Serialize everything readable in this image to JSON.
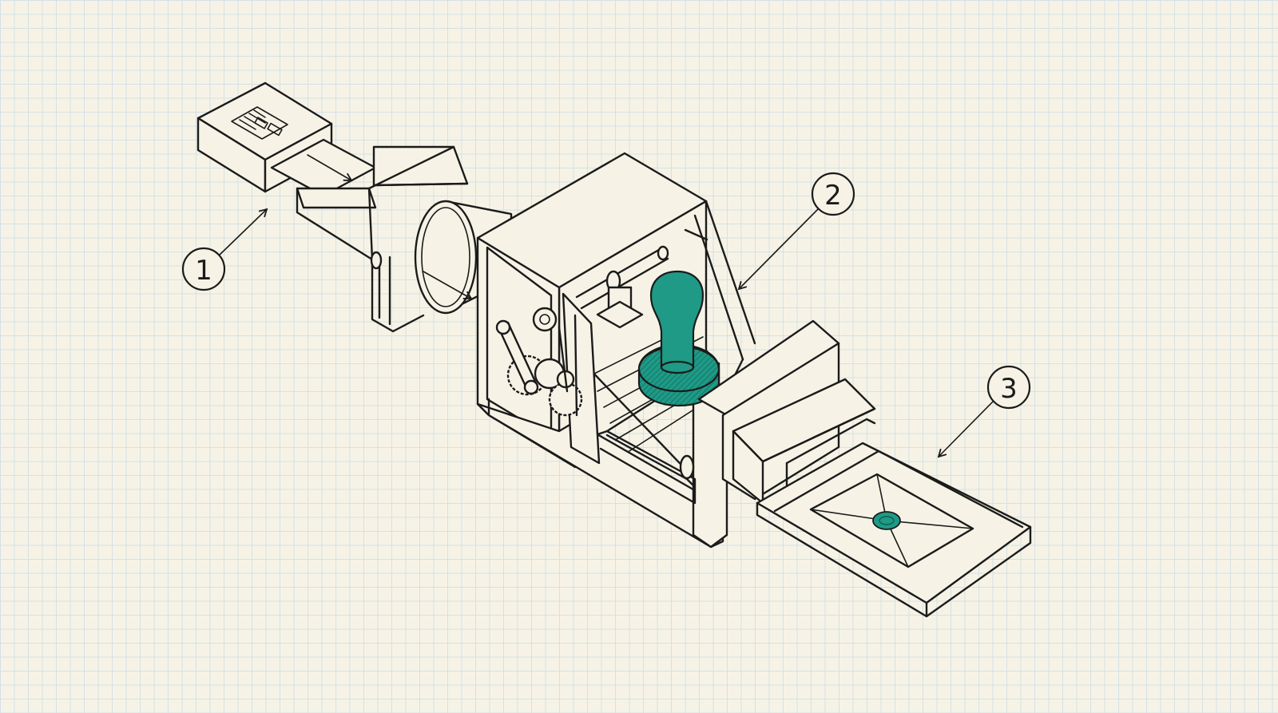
{
  "diagram": {
    "accent_color": "#1e9a86",
    "callouts": [
      {
        "number": "1"
      },
      {
        "number": "2"
      },
      {
        "number": "3"
      }
    ]
  }
}
